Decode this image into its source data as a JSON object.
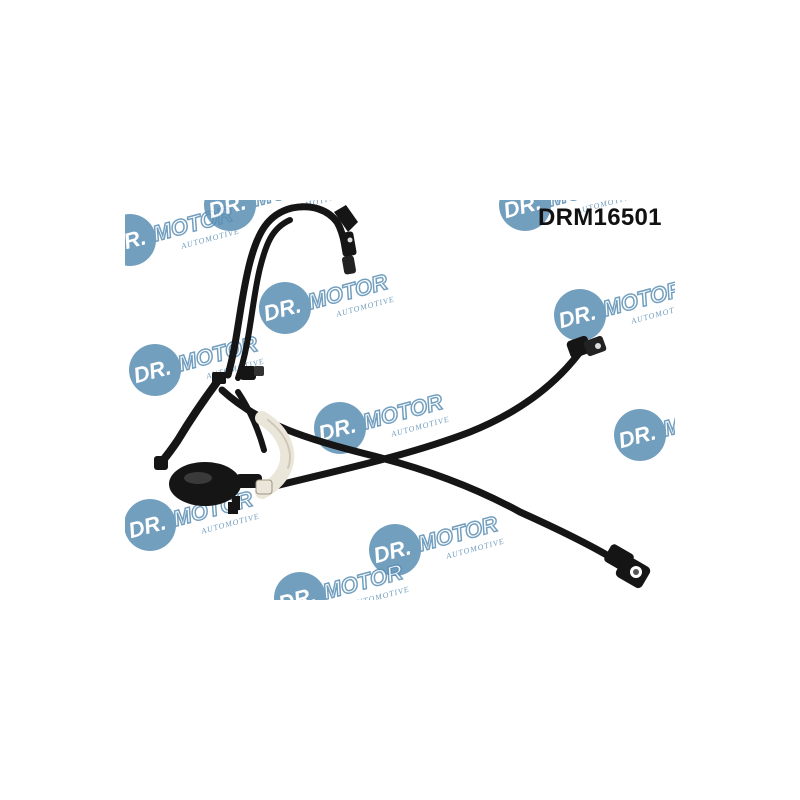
{
  "product": {
    "part_number": "DRM16501"
  },
  "watermark": {
    "brand_text": "DR.MOTOR",
    "sub_text": "AUTOMOTIVE",
    "color": "#5b8fb5"
  },
  "image": {
    "subject_icon": "fuel-hose-assembly",
    "hose_color": "#151515",
    "connector_color": "#ebe6da",
    "background": "#ffffff"
  }
}
